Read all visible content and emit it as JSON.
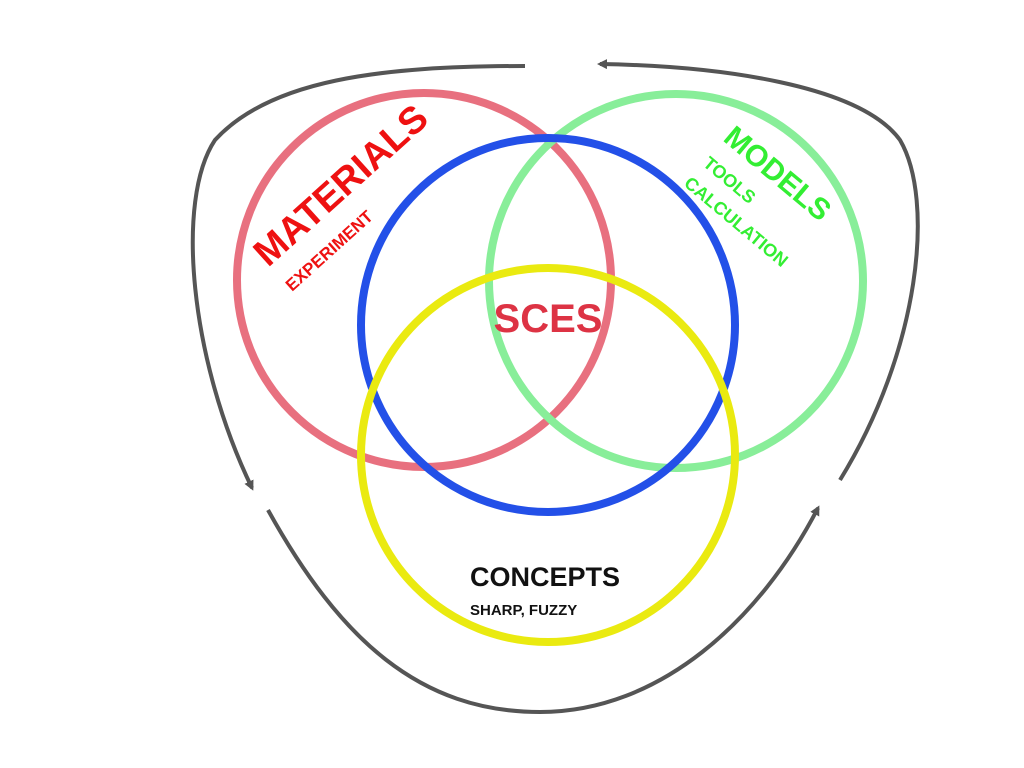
{
  "colors": {
    "materials": "#e8707f",
    "models": "#88ee99",
    "sces_circle": "#2350e8",
    "concepts": "#eaea10",
    "arrow": "#555555",
    "materials_text": "#ee1111",
    "models_text": "#33ee33",
    "sces_text": "#dd3344",
    "concepts_text": "#111111"
  },
  "labels": {
    "materials": "MATERIALS",
    "experiment": "EXPERIMENT",
    "models": "MODELS",
    "tools": "TOOLS",
    "calculation": "CALCULATION",
    "sces": "SCES",
    "concepts": "CONCEPTS",
    "concepts_sub": "SHARP, FUZZY"
  }
}
